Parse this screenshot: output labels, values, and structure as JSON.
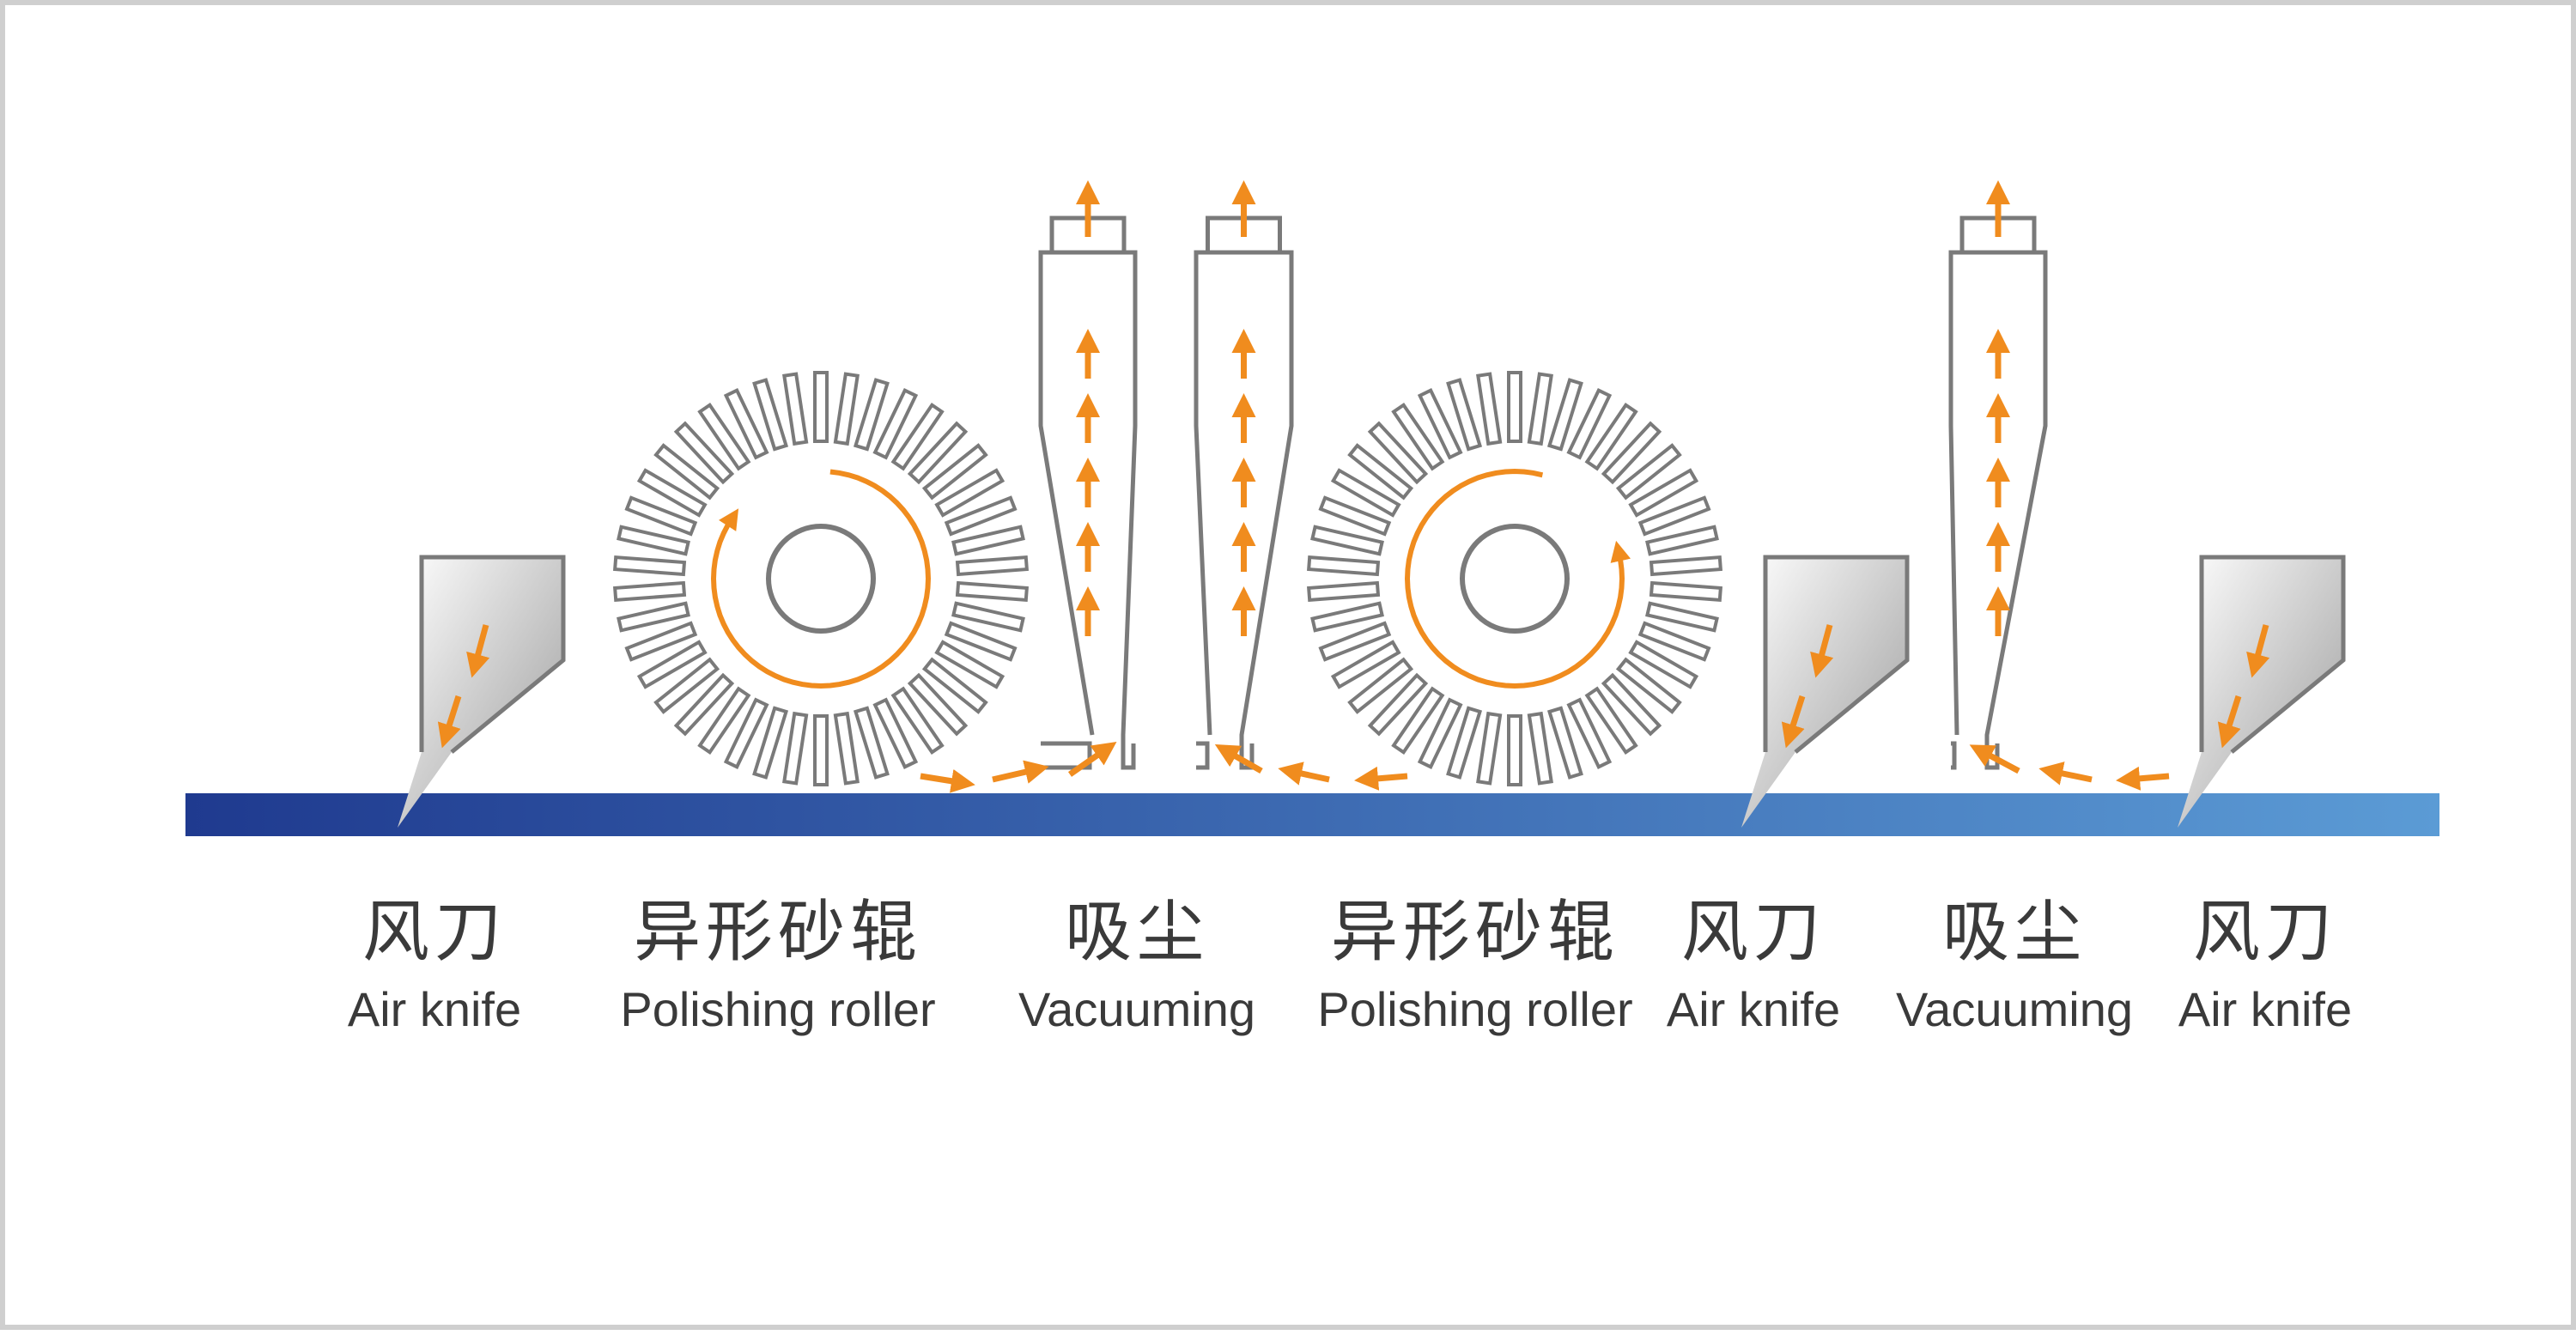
{
  "colors": {
    "outline": "#7a7a7a",
    "arrow": "#f08c1e",
    "belt_start": "#1f3a8f",
    "belt_end": "#5b9bd5",
    "border": "#cfcfcf"
  },
  "stations": [
    {
      "type": "air-knife",
      "zh": "风刀",
      "en": "Air knife"
    },
    {
      "type": "polishing-roller",
      "zh": "异形砂辊",
      "en": "Polishing roller"
    },
    {
      "type": "vacuuming",
      "zh": "吸尘",
      "en": "Vacuuming"
    },
    {
      "type": "polishing-roller",
      "zh": "异形砂辊",
      "en": "Polishing roller"
    },
    {
      "type": "air-knife",
      "zh": "风刀",
      "en": "Air knife"
    },
    {
      "type": "vacuuming",
      "zh": "吸尘",
      "en": "Vacuuming"
    },
    {
      "type": "air-knife",
      "zh": "风刀",
      "en": "Air knife"
    }
  ],
  "rollers": [
    {
      "rotation": "clockwise"
    },
    {
      "rotation": "counterclockwise"
    }
  ]
}
